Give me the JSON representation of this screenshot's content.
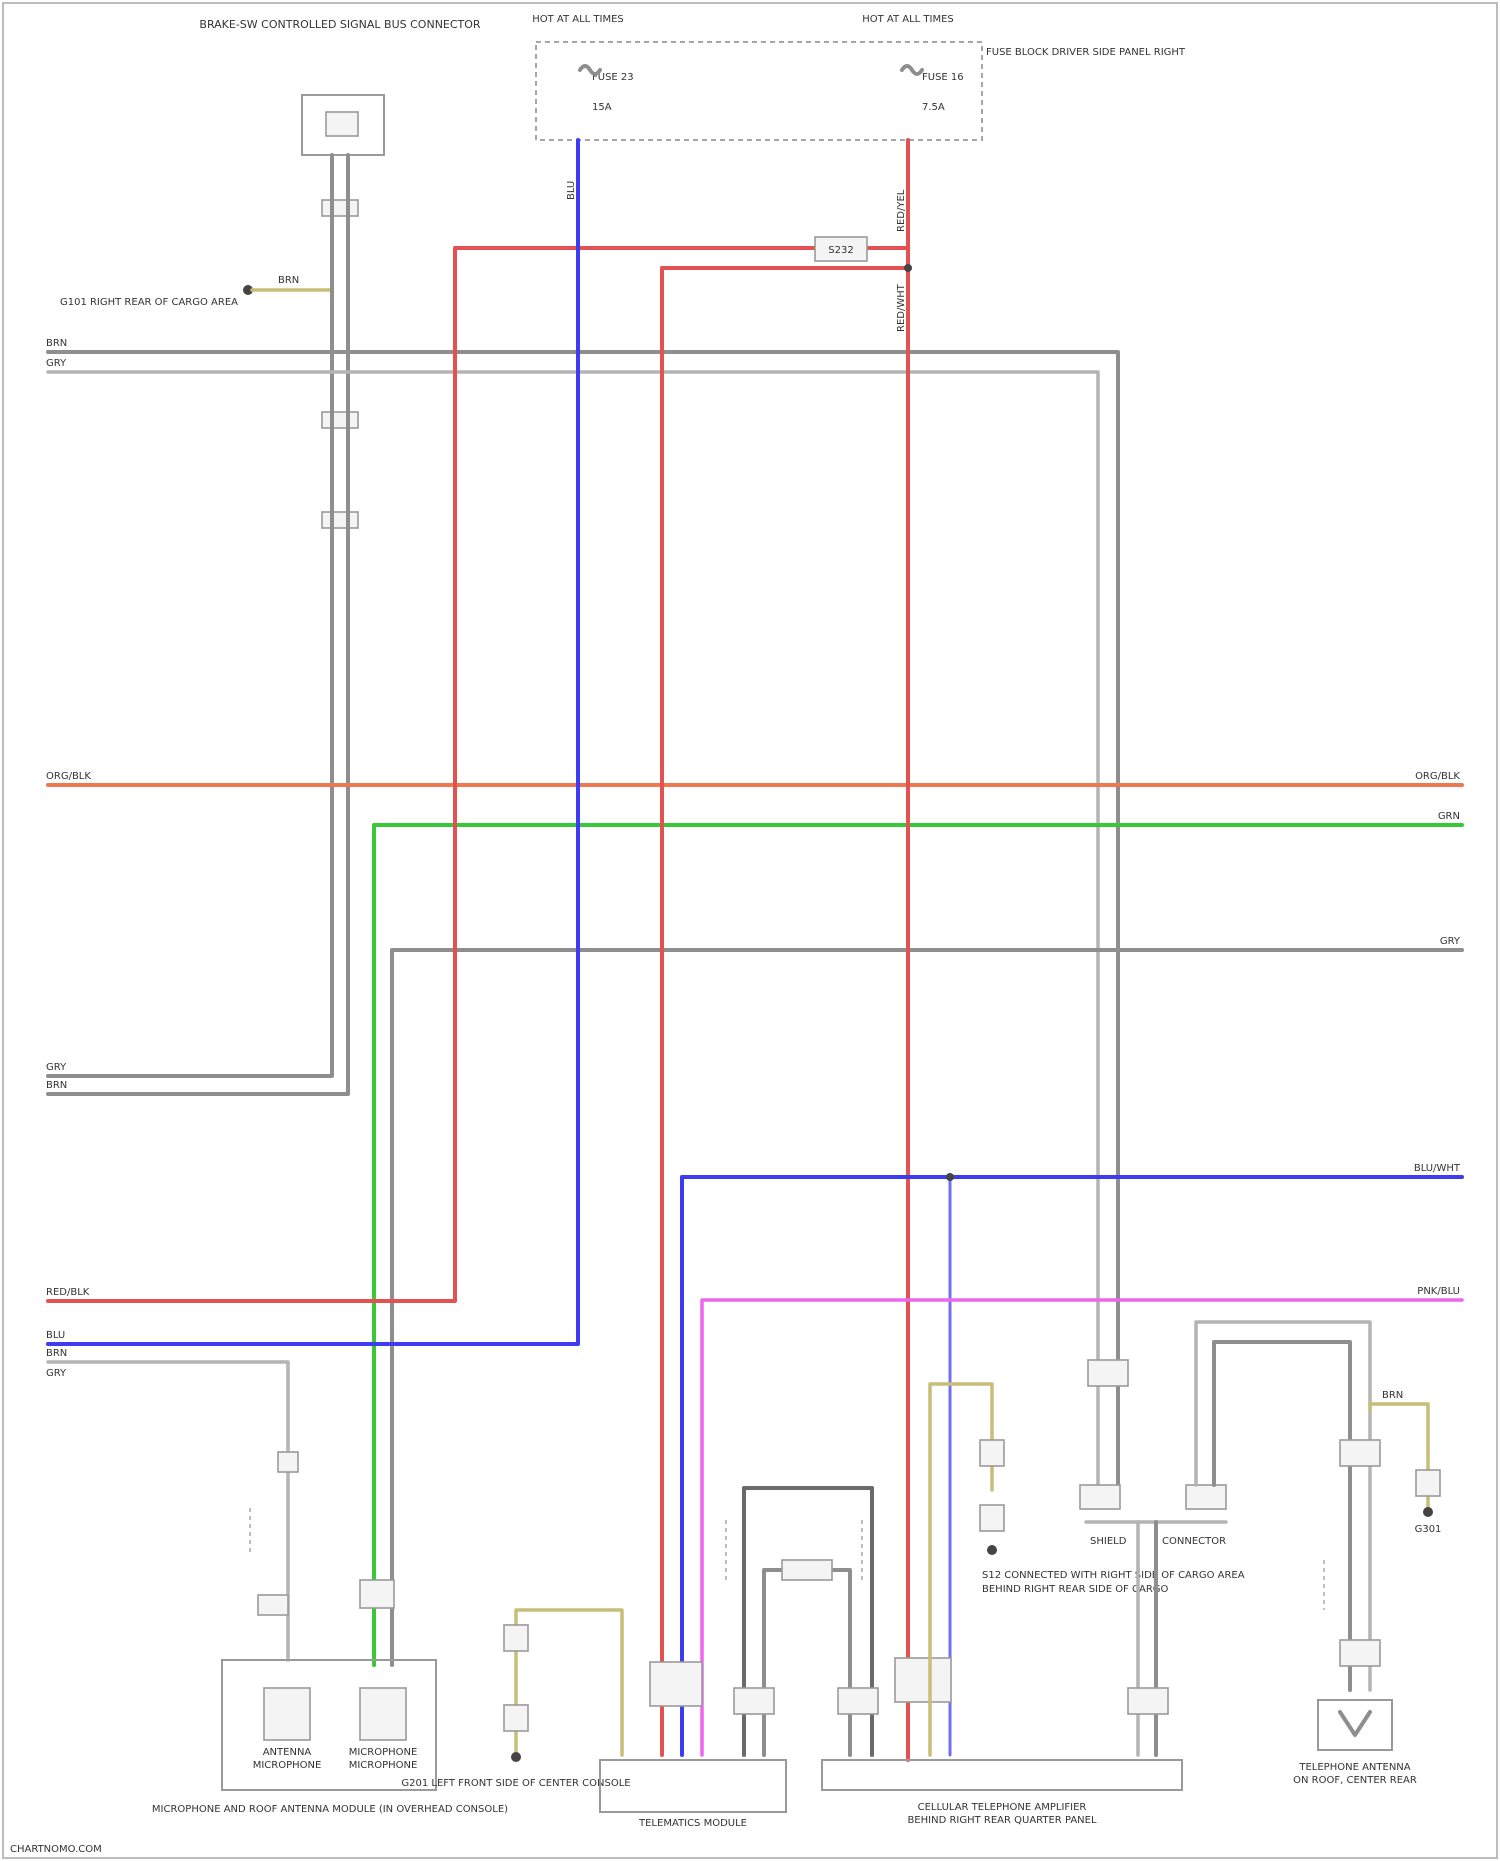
{
  "page": {
    "background": "#ffffff"
  },
  "diagram": {
    "wire_colors": {
      "gray": "#8e8e8e",
      "red": "#e25252",
      "blue": "#3c3cf0",
      "green": "#38c838",
      "orange": "#f07850",
      "pink": "#ee66ee",
      "yellow": "#c8be78"
    },
    "top": {
      "module_title": "BRAKE-SW CONTROLLED SIGNAL BUS CONNECTOR",
      "hot_left": "HOT AT ALL TIMES",
      "hot_right": "HOT AT ALL TIMES",
      "fuse_left_name": "FUSE 23",
      "fuse_left_amp": "15A",
      "fuse_right_name": "FUSE 16",
      "fuse_right_amp": "7.5A",
      "fuse_box_title": "FUSE BLOCK DRIVER SIDE PANEL RIGHT",
      "ground_label": "G101 RIGHT REAR OF CARGO AREA",
      "ground_wire": "BRN",
      "left_blu_wire": "BLU",
      "right_red_wire": "RED/YEL",
      "right_red_wire_lower": "RED/WHT",
      "splice_label": "S232"
    },
    "bus_left": {
      "a": "BRN",
      "b": "GRY",
      "c": "ORG/BLK",
      "d": "GRY",
      "e": "BRN",
      "f": "RED/BLK",
      "g": "BLU",
      "h": "BRN",
      "i": "GRY"
    },
    "bus_right": {
      "orange": "ORG/BLK",
      "green": "GRN",
      "gray": "GRY",
      "blue": "BLU/WHT",
      "pink": "PNK/BLU"
    },
    "bottom": {
      "antenna_module": "ANTENNA",
      "antenna_sub": "MICROPHONE",
      "mic_module": "MICROPHONE",
      "mic_sub": "MICROPHONE",
      "antenna_box_title": "MICROPHONE AND ROOF ANTENNA MODULE (IN OVERHEAD CONSOLE)",
      "ground_g201": "G201 LEFT FRONT SIDE OF CENTER CONSOLE",
      "telematics_module": "TELEMATICS MODULE",
      "cellular_module": "CELLULAR TELEPHONE AMPLIFIER",
      "cellular_sub": "BEHIND RIGHT REAR QUARTER PANEL",
      "shield_label": "SHIELD",
      "connector_label": "CONNECTOR",
      "splice_note": "S12 CONNECTED WITH RIGHT SIDE OF CARGO AREA",
      "splice_note_2": "BEHIND RIGHT REAR SIDE OF CARGO",
      "g301": "G301",
      "g301_wire": "BRN",
      "telephone_antenna": "TELEPHONE ANTENNA",
      "telephone_antenna_sub": "ON ROOF, CENTER REAR",
      "bus_wire_gray": "GRY"
    },
    "footer": "CHARTNOMO.COM"
  }
}
